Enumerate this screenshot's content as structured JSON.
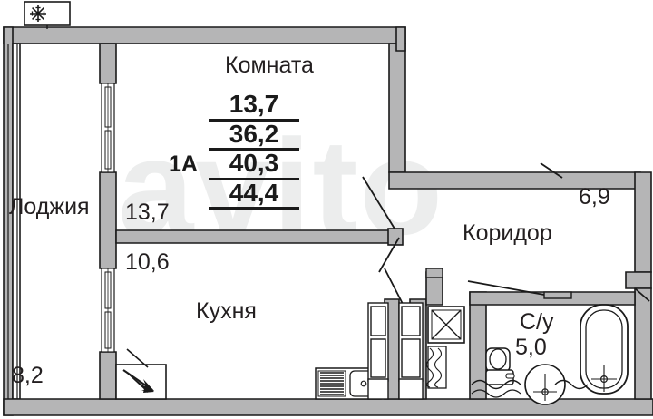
{
  "plan": {
    "type_label": "1А",
    "watermark": "avito",
    "areas_stack": [
      "13,7",
      "36,2",
      "40,3",
      "44,4"
    ],
    "rooms": [
      {
        "name": "room-komnata",
        "label": "Комната",
        "area": "13,7"
      },
      {
        "name": "room-loggia",
        "label": "Лоджия",
        "area": "8,2"
      },
      {
        "name": "room-kitchen",
        "label": "Кухня",
        "area": "10,6"
      },
      {
        "name": "room-corridor",
        "label": "Коридор",
        "area": "6,9"
      },
      {
        "name": "room-bathroom",
        "label": "С/у",
        "area": "5,0"
      }
    ],
    "labels": {
      "komnata": "Комната",
      "loggia": "Лоджия",
      "kitchen": "Кухня",
      "corridor": "Коридор",
      "bathroom": "С/у",
      "area_komnata": "13,7",
      "area_kitchen": "10,6",
      "area_loggia": "8,2",
      "area_corridor": "6,9",
      "area_bathroom": "5,0"
    },
    "icons": {
      "ac_unit": "snowflake-icon",
      "entrance": "entrance-arrow-icon"
    },
    "colors": {
      "wall_fill": "#b5b5b5",
      "wall_stroke": "#1a1a1a",
      "text": "#231f20",
      "background": "#ffffff",
      "watermark": "#ececec"
    }
  }
}
